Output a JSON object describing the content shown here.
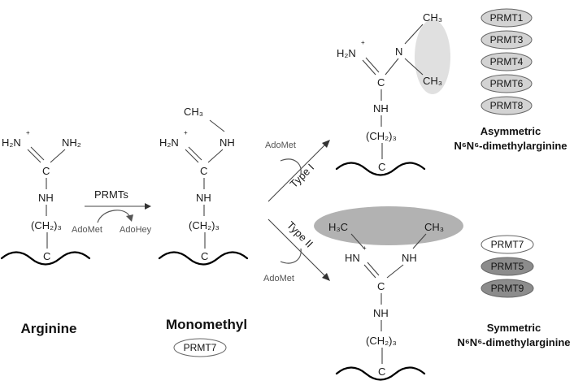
{
  "labels": {
    "arginine": "Arginine",
    "monomethyl": "Monomethyl",
    "asym_line1": "Asymmetric",
    "asym_line2": "N⁶N⁶-dimethylarginine",
    "sym_line1": "Symmetric",
    "sym_line2": "N⁶N⁶-dimethylarginine"
  },
  "reaction": {
    "prmts": "PRMTs",
    "adomet": "AdoMet",
    "adohey": "AdoHey",
    "adomet_type1": "AdoMet",
    "adomet_type2": "AdoMet",
    "type1": "Type I",
    "type2": "Type II"
  },
  "chem": {
    "h2n": "H₂N",
    "nh2": "NH₂",
    "plus": "+",
    "c": "C",
    "nh": "NH",
    "n": "N",
    "hn": "HN",
    "ch2_chain": "(CH₂)₃",
    "ch3": "CH₃",
    "h3c": "H₃C"
  },
  "enzymes": {
    "monomethyl": [
      "PRMT7"
    ],
    "type1": [
      "PRMT1",
      "PRMT3",
      "PRMT4",
      "PRMT6",
      "PRMT8"
    ],
    "type2": [
      {
        "name": "PRMT7",
        "fill": "#ffffff"
      },
      {
        "name": "PRMT5",
        "fill": "#8c8c8c"
      },
      {
        "name": "PRMT9",
        "fill": "#8c8c8c"
      }
    ]
  },
  "colors": {
    "type1_pill": "#d3d3d3",
    "asym_highlight": "#e0e0e0",
    "sym_highlight": "#b2b2b2"
  }
}
